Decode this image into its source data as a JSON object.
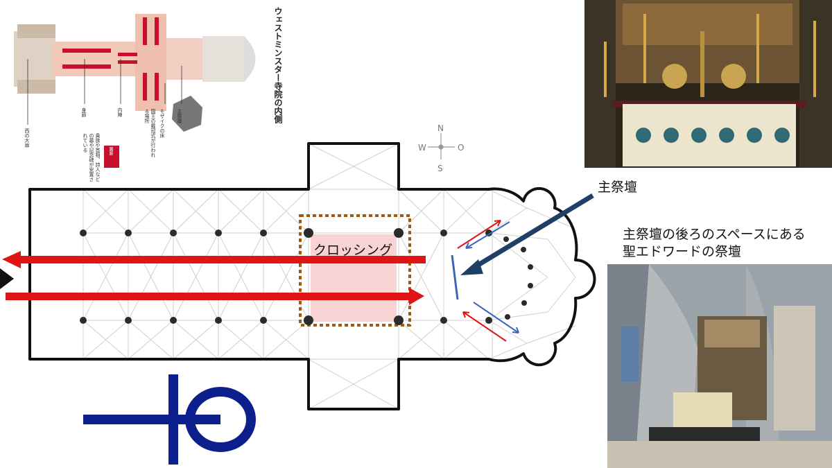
{
  "labels": {
    "altar": "主祭壇",
    "shrine_line1": "主祭壇の後ろのスペースにある",
    "shrine_line2": "聖エドワードの祭壇",
    "crossing": "クロッシング"
  },
  "compass": {
    "n": "N",
    "s": "S",
    "w": "W",
    "o": "O"
  },
  "inset": {
    "title": "ウェストミンスター寺院の内側",
    "west_door": "西の大扉",
    "nave": "身廊",
    "choir": "内陣",
    "mosaic": "モザイクの床",
    "mosaic_note": "国王の戴冠式が行われる場所",
    "high_altar": "主祭壇",
    "badge": "翼廊",
    "transept_note": "貴族や首相、詩人などの墓や記念碑が安置されている"
  },
  "colors": {
    "arrow_red": "#e01414",
    "wall": "#111111",
    "grid": "#c8c8c8",
    "crossing_fill": "#f9d3d3",
    "crossing_border": "#9c5a14",
    "ankh": "#0d1f8c",
    "altar_arrow": "#1f3f66",
    "small_blue": "#3a66b8"
  }
}
